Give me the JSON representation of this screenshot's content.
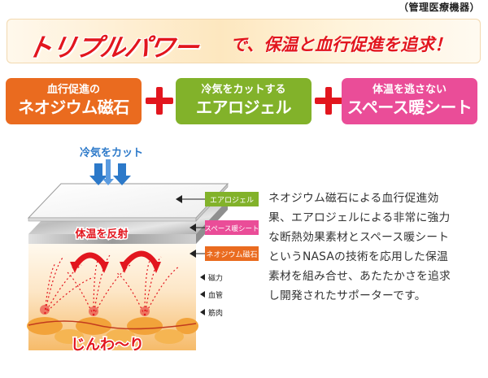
{
  "header": {
    "category_note": "（管理医療機器）",
    "title_main": "トリプルパワー",
    "title_sub": "で、保温と血行促進を追求！"
  },
  "features": [
    {
      "small": "血行促進の",
      "big": "ネオジウム磁石",
      "color": "#ea6b1f"
    },
    {
      "small": "冷気をカットする",
      "big": "エアロジェル",
      "color": "#82b22a"
    },
    {
      "small": "体温を逃さない",
      "big": "スペース暖シート",
      "color": "#ea4d98"
    }
  ],
  "diagram": {
    "cold_cut": "冷気をカット",
    "reflect": "体温を反射",
    "warm": "じんわ～り",
    "layer_labels": {
      "aerogel": "エアロジェル",
      "space_sheet": "スペース暖シート",
      "magnet": "ネオジウム磁石"
    },
    "side_labels": {
      "magnetism": "磁力",
      "blood_vessel": "血管",
      "muscle": "筋肉"
    },
    "colors": {
      "aerogel_label": "#82b22a",
      "space_label": "#ea4d98",
      "magnet_label": "#ea6b1f",
      "arrow_blue": "#2c79c9",
      "accent_red": "#e2161e"
    }
  },
  "description": "ネオジウム磁石による血行促進効\n果、エアロジェルによる非常に強力\nな断熱効果素材とスペース暖シート\nというNASAの技術を応用した保温\n素材を組み合せ、あたたかさを追求\nし開発されたサポーターです。"
}
